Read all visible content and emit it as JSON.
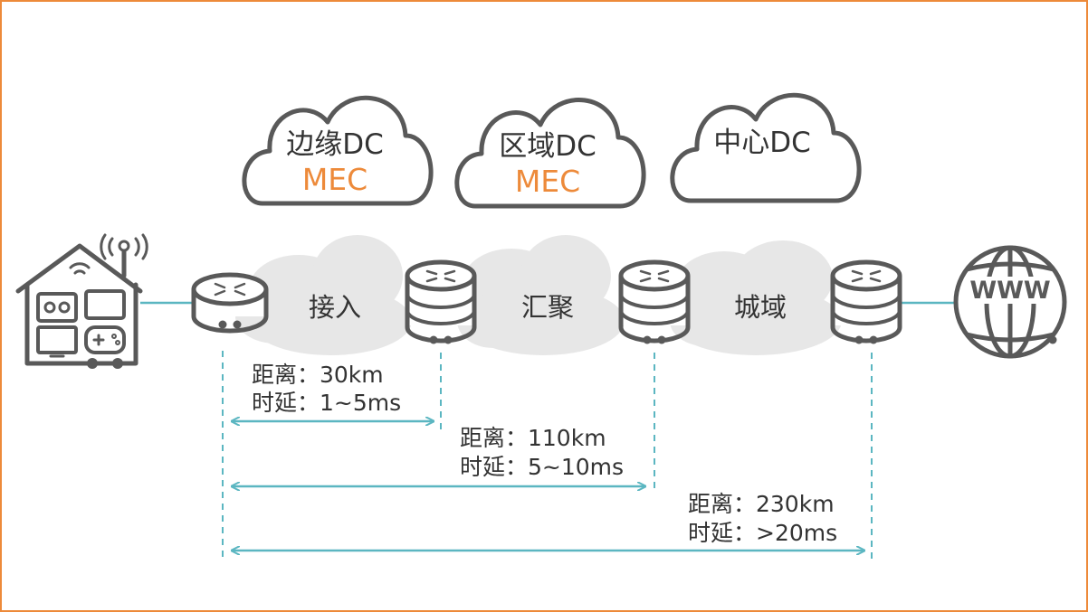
{
  "colors": {
    "border": "#ED8A3A",
    "accent": "#ED8A3A",
    "line": "#5BB6C1",
    "device": "#595959",
    "cloud_fill": "#E7E7E7"
  },
  "clouds": [
    {
      "title": "边缘DC",
      "subtitle": "MEC"
    },
    {
      "title": "区域DC",
      "subtitle": "MEC"
    },
    {
      "title": "中心DC"
    }
  ],
  "segments": [
    {
      "label": "接入"
    },
    {
      "label": "汇聚"
    },
    {
      "label": "城域"
    }
  ],
  "metrics": [
    {
      "distance": "距离：30km",
      "latency": "时延：1~5ms"
    },
    {
      "distance": "距离：110km",
      "latency": "时延：5~10ms"
    },
    {
      "distance": "距离：230km",
      "latency": "时延：>20ms"
    }
  ],
  "internet": {
    "label": "WWW"
  },
  "icons": {
    "home": "smart-home-icon",
    "router": "router-icon",
    "switch": "switch-icon",
    "globe": "globe-icon"
  }
}
